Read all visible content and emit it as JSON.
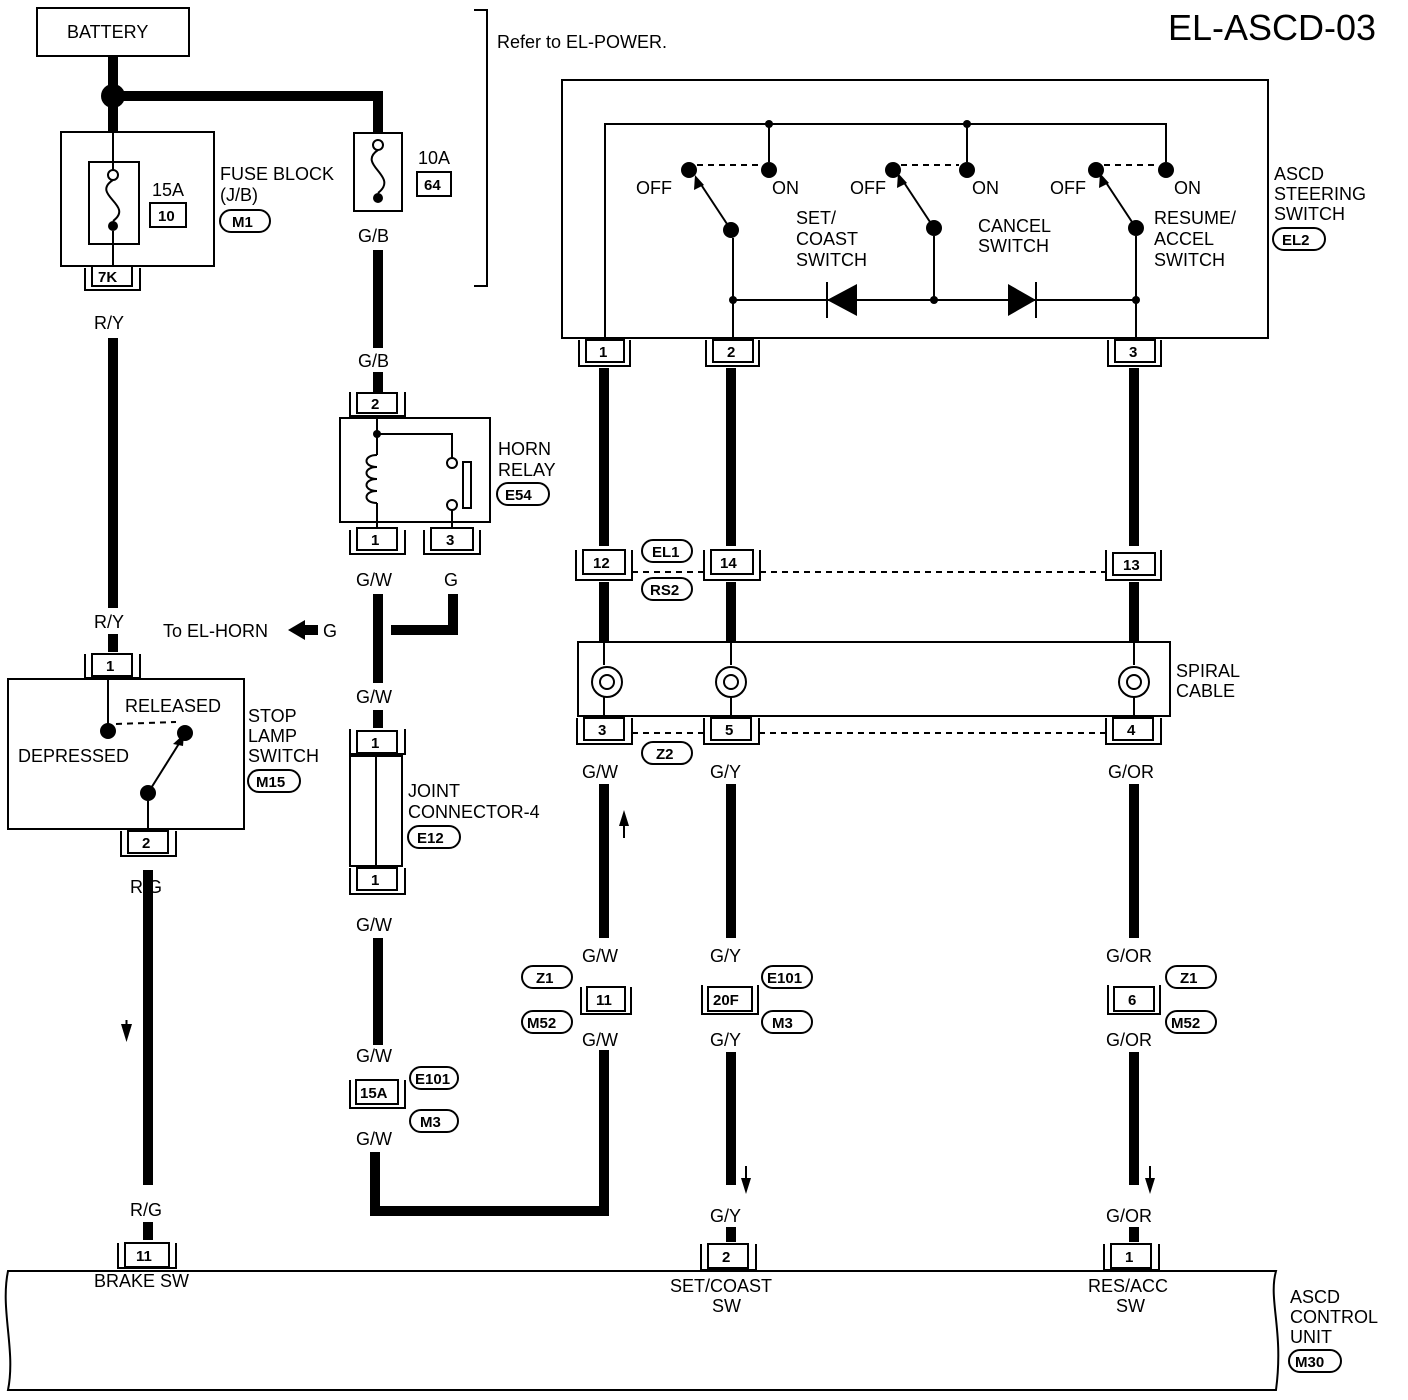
{
  "title": "EL-ASCD-03",
  "battery": "BATTERY",
  "refer": "Refer to EL-POWER.",
  "fuse_block": {
    "name_line1": "FUSE BLOCK",
    "name_line2": "(J/B)",
    "connector": "M1",
    "fuse1_amp": "15A",
    "fuse1_no": "10",
    "fuse1_terminal": "7K",
    "fuse2_amp": "10A",
    "fuse2_no": "64"
  },
  "horn_relay": {
    "line1": "HORN",
    "line2": "RELAY",
    "connector": "E54",
    "to_horn": "To EL-HORN"
  },
  "stop_lamp": {
    "line1": "STOP",
    "line2": "LAMP",
    "line3": "SWITCH",
    "connector": "M15",
    "released": "RELEASED",
    "depressed": "DEPRESSED"
  },
  "joint_connector": {
    "line1": "JOINT",
    "line2": "CONNECTOR-4",
    "connector": "E12"
  },
  "steering_switch": {
    "line1": "ASCD",
    "line2": "STEERING",
    "line3": "SWITCH",
    "connector": "EL2",
    "off": "OFF",
    "on": "ON",
    "set_coast": [
      "SET/",
      "COAST",
      "SWITCH"
    ],
    "cancel": [
      "CANCEL",
      "SWITCH"
    ],
    "resume": [
      "RESUME/",
      "ACCEL",
      "SWITCH"
    ]
  },
  "spiral_cable": {
    "line1": "SPIRAL",
    "line2": "CABLE"
  },
  "control_unit": {
    "line1": "ASCD",
    "line2": "CONTROL",
    "line3": "UNIT",
    "connector": "M30",
    "brake_sw": "BRAKE SW",
    "set_coast_sw_1": "SET/COAST",
    "set_coast_sw_2": "SW",
    "res_acc_sw_1": "RES/ACC",
    "res_acc_sw_2": "SW"
  },
  "connectors": {
    "el1": "EL1",
    "rs2": "RS2",
    "z2": "Z2",
    "z1": "Z1",
    "m52": "M52",
    "e101": "E101",
    "m3": "M3"
  },
  "pins": {
    "p1": "1",
    "p2": "2",
    "p3": "3",
    "p4": "4",
    "p5": "5",
    "p6": "6",
    "p11": "11",
    "p12": "12",
    "p13": "13",
    "p14": "14",
    "p20f": "20F",
    "p15a": "15A"
  },
  "wires": {
    "ry": "R/Y",
    "gb": "G/B",
    "gw": "G/W",
    "g": "G",
    "rg": "R/G",
    "gy": "G/Y",
    "gor": "G/OR"
  }
}
